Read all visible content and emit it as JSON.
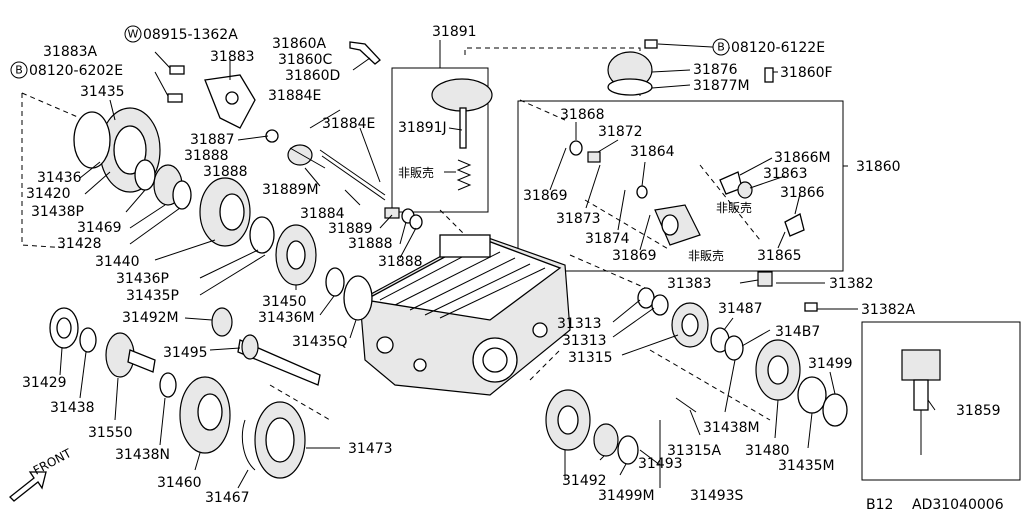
{
  "labels": {
    "p31891": "31891",
    "p08915_1362A": "08915-1362A",
    "p31860A": "31860A",
    "p31860C": "31860C",
    "p31860D": "31860D",
    "p31883A": "31883A",
    "p31883": "31883",
    "p08120_6202E": "08120-6202E",
    "p31435": "31435",
    "p31884E_a": "31884E",
    "p31884E_b": "31884E",
    "p31891J": "31891J",
    "not_for_sale_a": "非販売",
    "p31887": "31887",
    "p31888_a": "31888",
    "p31888_b": "31888",
    "p31889M": "31889M",
    "p31436": "31436",
    "p31420": "31420",
    "p31438P": "31438P",
    "p31469": "31469",
    "p31428": "31428",
    "p31884": "31884",
    "p31889": "31889",
    "p31888_c": "31888",
    "p31888_d": "31888",
    "p31440": "31440",
    "p31436P": "31436P",
    "p31435P": "31435P",
    "p31450": "31450",
    "p31436M": "31436M",
    "p31492M": "31492M",
    "p31495": "31495",
    "p31435Q": "31435Q",
    "p31429": "31429",
    "p31438": "31438",
    "p31550": "31550",
    "p31438N": "31438N",
    "p31460": "31460",
    "p31467": "31467",
    "p31473": "31473",
    "front": "FRONT",
    "p08120_6122E": "08120-6122E",
    "p31876": "31876",
    "p31877M": "31877M",
    "p31860F": "31860F",
    "p31868": "31868",
    "p31872": "31872",
    "p31864": "31864",
    "p31866M": "31866M",
    "p31863": "31863",
    "p31866": "31866",
    "p31860": "31860",
    "p31869_a": "31869",
    "p31873": "31873",
    "p31874": "31874",
    "p31869_b": "31869",
    "not_for_sale_b": "非販売",
    "not_for_sale_c": "非販売",
    "p31865": "31865",
    "p31383": "31383",
    "p31382": "31382",
    "p31382A": "31382A",
    "p31313_a": "31313",
    "p31313_b": "31313",
    "p31315": "31315",
    "p31487": "31487",
    "p314B7": "314B7",
    "p31499": "31499",
    "p31859": "31859",
    "p31438M": "31438M",
    "p31315A": "31315A",
    "p31480": "31480",
    "p31435M": "31435M",
    "p31492": "31492",
    "p31493": "31493",
    "p31499M": "31499M",
    "p31493S": "31493S",
    "model": "B12",
    "code": "AD31040006"
  },
  "circled": {
    "w": "W",
    "b1": "B",
    "b2": "B"
  }
}
